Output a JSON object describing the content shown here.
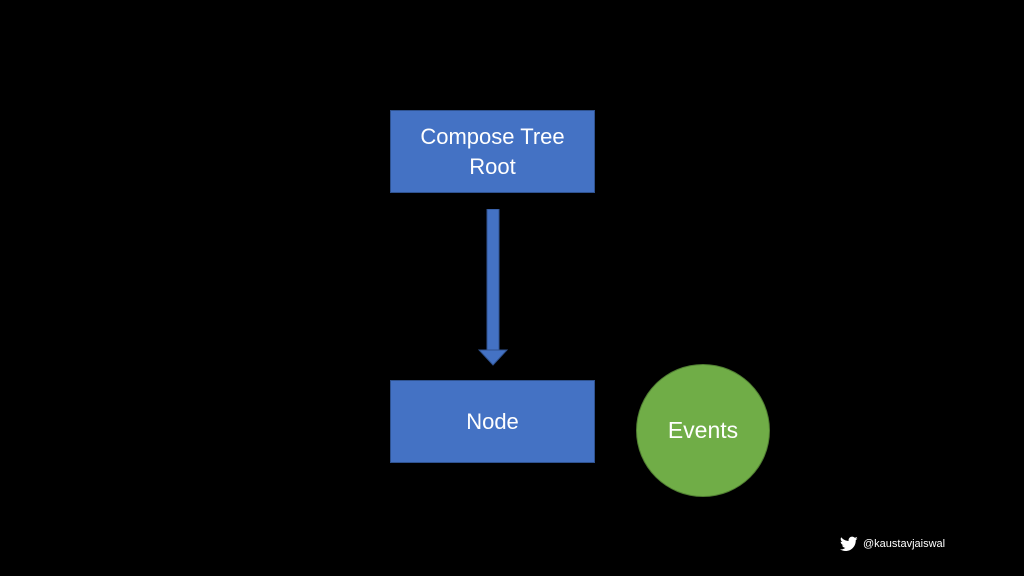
{
  "diagram": {
    "root_node": {
      "label": "Compose Tree Root"
    },
    "child_node": {
      "label": "Node"
    },
    "events_node": {
      "label": "Events"
    },
    "edges": [
      {
        "from": "Compose Tree Root",
        "to": "Node",
        "type": "arrow"
      }
    ]
  },
  "footer": {
    "icon": "twitter-icon",
    "handle": "@kaustavjaiswal"
  },
  "colors": {
    "background": "#000000",
    "box_fill": "#4472c4",
    "circle_fill": "#70ad47",
    "text": "#ffffff"
  }
}
